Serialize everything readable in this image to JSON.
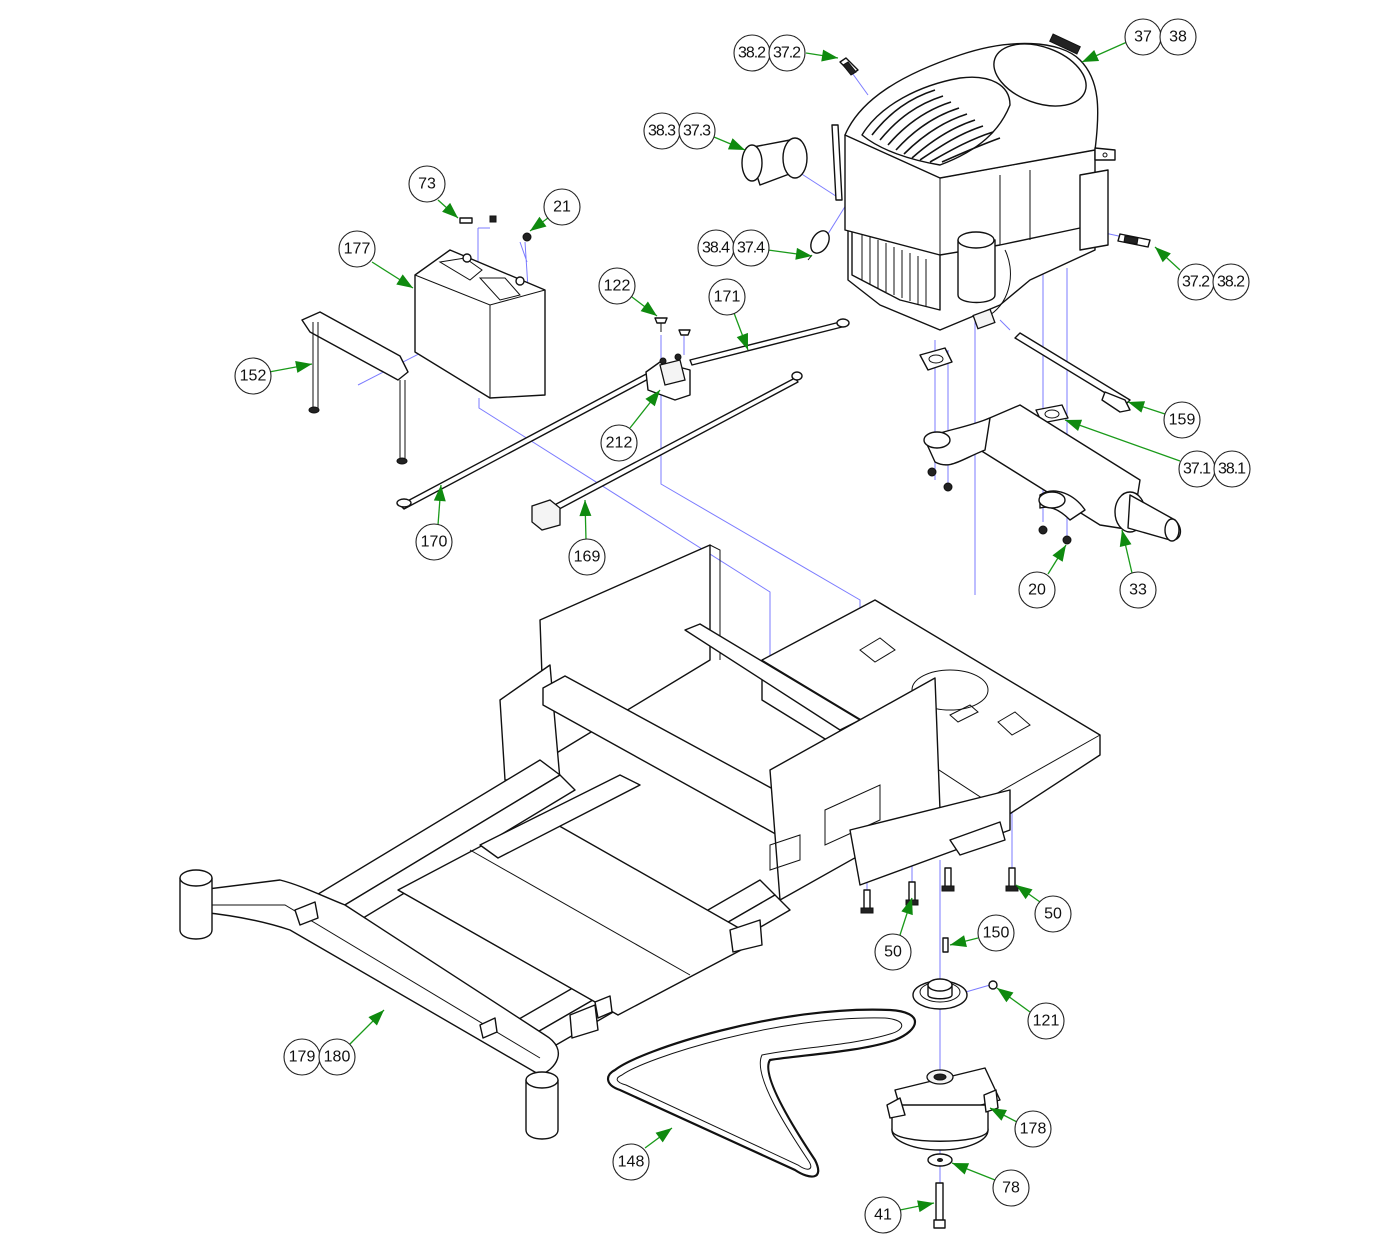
{
  "title": "Mower engine, frame, battery and drive exploded parts diagram",
  "colors": {
    "leader": "#1a9a1a",
    "arrow": "#0f8a0f",
    "assembly_line": "#7b7bff",
    "outline": "#111111"
  },
  "callouts": [
    {
      "id": "engine-cover",
      "labels": [
        "37",
        "38"
      ]
    },
    {
      "id": "spark-plug-top",
      "labels": [
        "38.2",
        "37.2"
      ]
    },
    {
      "id": "oil-filter",
      "labels": [
        "38.3",
        "37.3"
      ]
    },
    {
      "id": "fuel-filter",
      "labels": [
        "38.4",
        "37.4"
      ]
    },
    {
      "id": "spark-plug-side",
      "labels": [
        "37.2",
        "38.2"
      ]
    },
    {
      "id": "bolt-battery",
      "labels": [
        "73"
      ]
    },
    {
      "id": "nut-battery",
      "labels": [
        "21"
      ]
    },
    {
      "id": "battery",
      "labels": [
        "177"
      ]
    },
    {
      "id": "battery-hold-down",
      "labels": [
        "152"
      ]
    },
    {
      "id": "screw-solenoid",
      "labels": [
        "122"
      ]
    },
    {
      "id": "cable-positive",
      "labels": [
        "171"
      ]
    },
    {
      "id": "solenoid",
      "labels": [
        "212"
      ]
    },
    {
      "id": "cable-battery",
      "labels": [
        "170"
      ]
    },
    {
      "id": "cable-ground",
      "labels": [
        "169"
      ]
    },
    {
      "id": "fuel-line",
      "labels": [
        "159"
      ]
    },
    {
      "id": "exhaust-gasket",
      "labels": [
        "37.1",
        "38.1"
      ]
    },
    {
      "id": "exhaust-nut",
      "labels": [
        "20"
      ]
    },
    {
      "id": "muffler",
      "labels": [
        "33"
      ]
    },
    {
      "id": "bolt-right",
      "labels": [
        "50"
      ]
    },
    {
      "id": "bolt-left",
      "labels": [
        "50"
      ]
    },
    {
      "id": "roll-pin",
      "labels": [
        "150"
      ]
    },
    {
      "id": "set-screw",
      "labels": [
        "121"
      ]
    },
    {
      "id": "frame",
      "labels": [
        "179",
        "180"
      ]
    },
    {
      "id": "pto-clutch",
      "labels": [
        "178"
      ]
    },
    {
      "id": "drive-belt",
      "labels": [
        "148"
      ]
    },
    {
      "id": "washer",
      "labels": [
        "78"
      ]
    },
    {
      "id": "clutch-bolt",
      "labels": [
        "41"
      ]
    }
  ]
}
